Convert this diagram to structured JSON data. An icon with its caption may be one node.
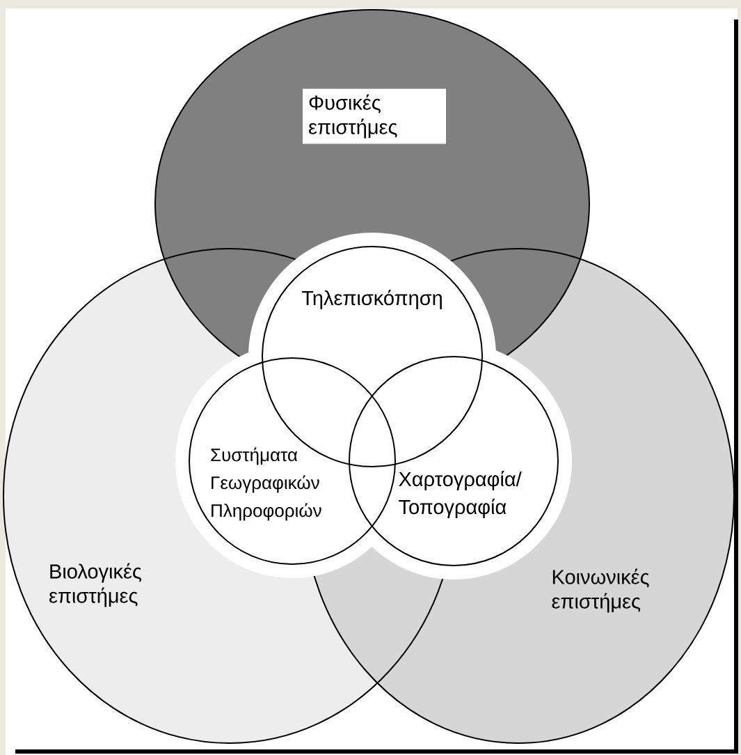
{
  "diagram": {
    "nodes": [
      {
        "text": [
          "Φυσικές επιστήμες"
        ]
      },
      {
        "text": [
          "Τηλεπισκόπηση"
        ]
      },
      {
        "text": [
          "Συστήματα Γεωγραφικών Πληροφοριών"
        ],
        "in": 4
      },
      {
        "text": [
          "Χαρτογραφία/ Τοπογραφία"
        ],
        "in": 5
      },
      {
        "text": [
          "Βιολογικές επιστήμες"
        ]
      },
      {
        "text": [
          "Κοινωνικές επιστήμες"
        ]
      }
    ]
  }
}
